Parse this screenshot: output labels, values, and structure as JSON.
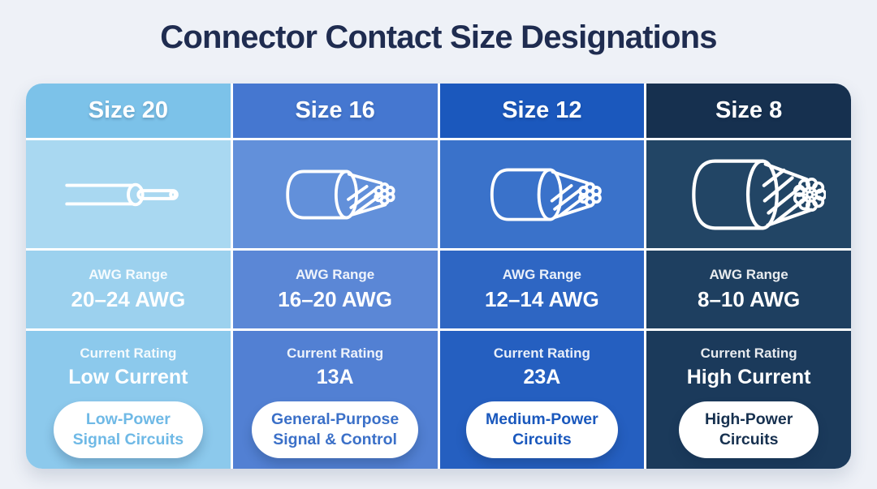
{
  "page": {
    "title": "Connector Contact Size Designations",
    "background": "#eef1f7",
    "title_color": "#1f2c50"
  },
  "labels": {
    "awg": "AWG Range",
    "current": "Current Rating"
  },
  "table": {
    "columns": [
      {
        "header": "Size 20",
        "icon": "wire-solid-conductor-icon",
        "awg_value": "20–24 AWG",
        "current_value": "Low Current",
        "badge_line1": "Low-Power",
        "badge_line2": "Signal Circuits",
        "colors": {
          "header": "#7cc2e9",
          "illustration": "#a9d8f1",
          "awg": "#9cd1ee",
          "current": "#8cc9ec",
          "badge_text": "#6fb9e6"
        }
      },
      {
        "header": "Size 16",
        "icon": "wire-stranded-small-icon",
        "awg_value": "16–20 AWG",
        "current_value": "13A",
        "badge_line1": "General-Purpose",
        "badge_line2": "Signal & Control",
        "colors": {
          "header": "#4577d0",
          "illustration": "#6290da",
          "awg": "#5b87d6",
          "current": "#5280d3",
          "badge_text": "#3b70c8"
        }
      },
      {
        "header": "Size 12",
        "icon": "wire-stranded-medium-icon",
        "awg_value": "12–14 AWG",
        "current_value": "23A",
        "badge_line1": "Medium-Power",
        "badge_line2": "Circuits",
        "colors": {
          "header": "#1b58bd",
          "illustration": "#3a72ca",
          "awg": "#2e66c3",
          "current": "#255fc0",
          "badge_text": "#1a58bd"
        }
      },
      {
        "header": "Size 8",
        "icon": "wire-stranded-large-icon",
        "awg_value": "8–10 AWG",
        "current_value": "High Current",
        "badge_line1": "High-Power",
        "badge_line2": "Circuits",
        "colors": {
          "header": "#16304f",
          "illustration": "#224565",
          "awg": "#1e3f60",
          "current": "#1b3a5b",
          "badge_text": "#16304f"
        }
      }
    ]
  }
}
